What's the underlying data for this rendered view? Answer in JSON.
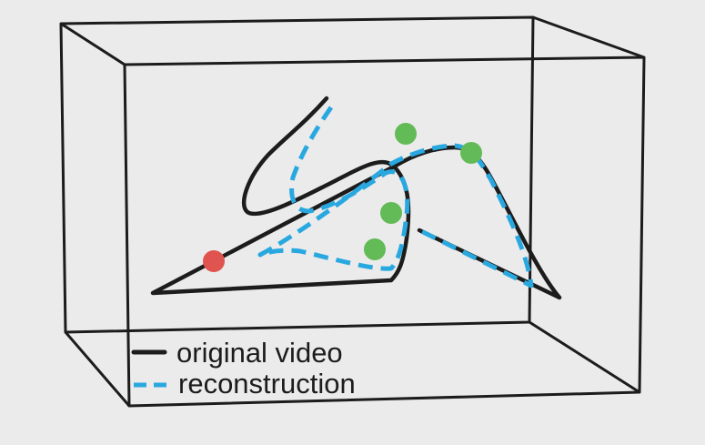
{
  "legend": {
    "items": [
      {
        "label": "original video",
        "style": "solid"
      },
      {
        "label": "reconstruction",
        "style": "dashed"
      }
    ]
  },
  "colors": {
    "background": "#ebebeb",
    "original": "#1c1c1c",
    "reconstruction": "#29a8e0",
    "box": "#1c1c1c",
    "point_red": "#e0544f",
    "point_green": "#62bb56"
  },
  "markers": {
    "red_count": 1,
    "green_count": 4
  }
}
